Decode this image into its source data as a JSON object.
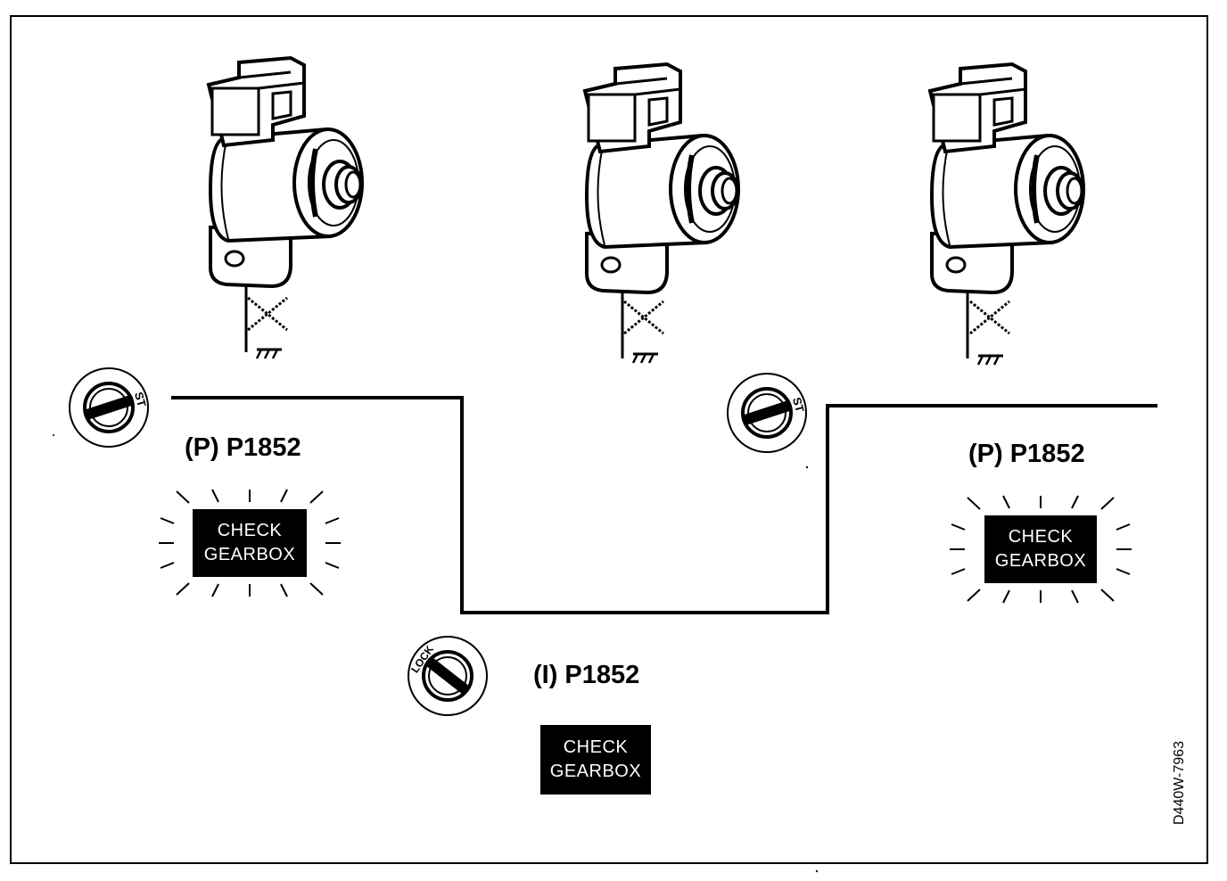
{
  "diagram": {
    "reference": "D440W-7963",
    "colors": {
      "ink": "#000000",
      "paper": "#ffffff",
      "lamp_text": "#ffffff"
    },
    "stages": [
      {
        "code_label": "(P) P1852",
        "key_position": "ST",
        "warning_lamp": {
          "line1": "CHECK",
          "line2": "GEARBOX",
          "state": "flashing"
        },
        "solenoid": {
          "ground": "disconnected"
        }
      },
      {
        "code_label": "(I) P1852",
        "key_position": "LOCK",
        "warning_lamp": {
          "line1": "CHECK",
          "line2": "GEARBOX",
          "state": "steady"
        },
        "solenoid": {
          "ground": "disconnected"
        }
      },
      {
        "code_label": "(P) P1852",
        "key_position": "ST",
        "warning_lamp": {
          "line1": "CHECK",
          "line2": "GEARBOX",
          "state": "flashing"
        },
        "solenoid": {
          "ground": "disconnected"
        }
      }
    ],
    "icons": [
      "solenoid-valve-icon",
      "ignition-key-icon",
      "ground-symbol-icon",
      "disconnected-cross-icon"
    ]
  }
}
